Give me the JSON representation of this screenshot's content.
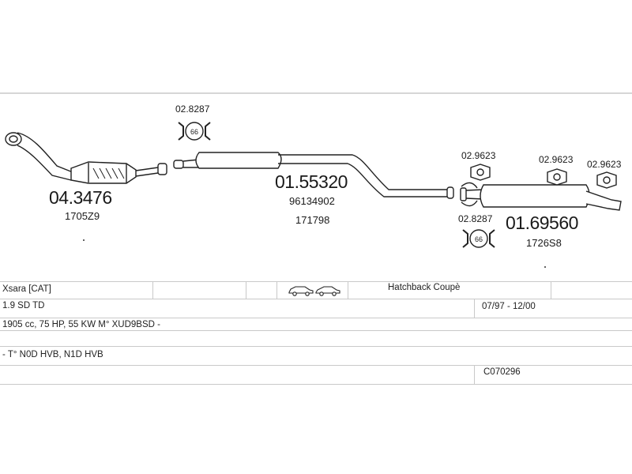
{
  "parts": {
    "catalyst": {
      "number": "04.3476",
      "code": "1705Z9"
    },
    "front_pipe_clamp": {
      "number": "02.8287",
      "size": "66"
    },
    "middle_silencer": {
      "number": "01.55320",
      "oe": "96134902",
      "code": "171798"
    },
    "rear_clamp": {
      "number": "02.8287",
      "size": "66"
    },
    "rear_silencer": {
      "number": "01.69560",
      "code": "1726S8"
    },
    "rubber_mounts": [
      {
        "number": "02.9623"
      },
      {
        "number": "02.9623"
      },
      {
        "number": "02.9623"
      }
    ]
  },
  "info_table": {
    "model": "Xsara  [CAT]",
    "body_type": "Hatchback Coupè",
    "engine": "1.9 SD TD",
    "years": "07/97 - 12/00",
    "spec": "1905 cc, 75 HP, 55 KW M° XUD9BSD -",
    "variant": "- T° N0D HVB, N1D HVB",
    "catalog_code": "C070296"
  },
  "icons": {
    "body_icons": [
      "car-hatchback-icon",
      "car-coupe-icon"
    ]
  }
}
